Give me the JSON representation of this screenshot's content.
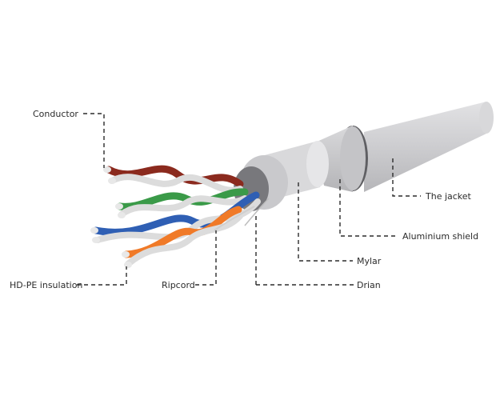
{
  "labels": {
    "conductor": "Conductor",
    "hdpe_insulation": "HD-PE insulation",
    "ripcord": "Ripcord",
    "drian": "Drian",
    "mylar": "Mylar",
    "aluminium_shield": "Aluminium shield",
    "jacket": "The jacket"
  },
  "colors": {
    "pair_brown": "#8b2a1e",
    "pair_green": "#3a9a48",
    "pair_blue": "#2f5fb4",
    "pair_orange": "#f07a28",
    "jacket": "#cfcfd1",
    "leader_line": "#2b2b2b"
  }
}
